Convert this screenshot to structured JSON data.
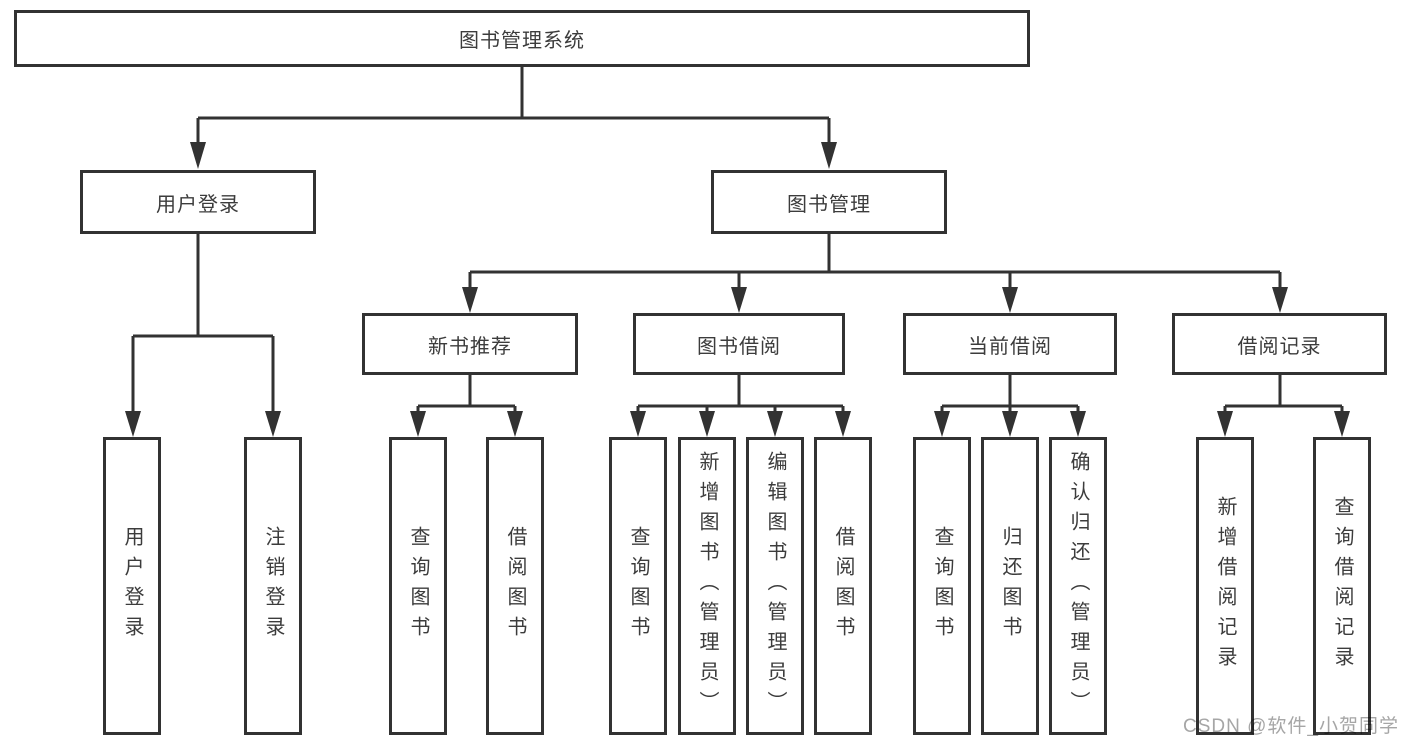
{
  "diagram": {
    "root": "图书管理系统",
    "branches": [
      {
        "label": "用户登录",
        "children": [
          "用户登录",
          "注销登录"
        ]
      },
      {
        "label": "图书管理",
        "groups": [
          {
            "label": "新书推荐",
            "children": [
              "查询图书",
              "借阅图书"
            ]
          },
          {
            "label": "图书借阅",
            "children": [
              "查询图书",
              "新增图书（管理员）",
              "编辑图书（管理员）",
              "借阅图书"
            ]
          },
          {
            "label": "当前借阅",
            "children": [
              "查询图书",
              "归还图书",
              "确认归还（管理员）"
            ]
          },
          {
            "label": "借阅记录",
            "children": [
              "新增借阅记录",
              "查询借阅记录"
            ]
          }
        ]
      }
    ]
  },
  "watermark": {
    "text": "CSDN @软件_小贺同学"
  },
  "colors": {
    "line": "#323232",
    "text": "#3c3c3c",
    "watermark": "#a6a6a6",
    "background": "#ffffff"
  }
}
